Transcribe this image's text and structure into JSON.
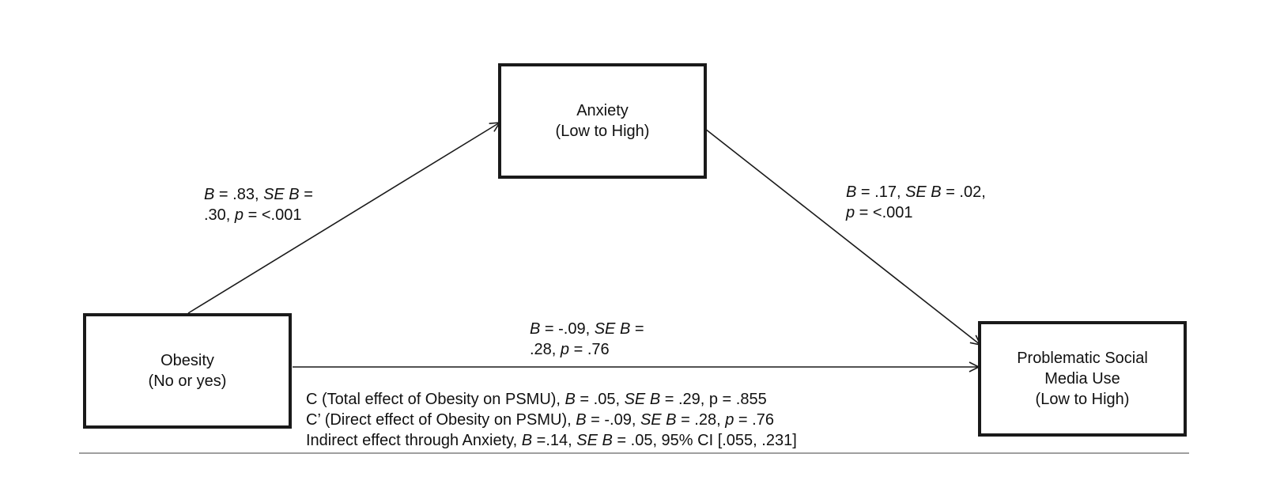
{
  "nodes": {
    "anxiety": {
      "line1": "Anxiety",
      "line2": "(Low to High)"
    },
    "obesity": {
      "line1": "Obesity",
      "line2": "(No or yes)"
    },
    "psmu": {
      "line1": "Problematic Social",
      "line2": "Media Use",
      "line3": "(Low to High)"
    }
  },
  "paths": {
    "a": {
      "line1": [
        {
          "t": "B",
          "i": true
        },
        {
          "t": " = .83, "
        },
        {
          "t": "SE B",
          "i": true
        },
        {
          "t": " ="
        }
      ],
      "line2": [
        {
          "t": ".30, "
        },
        {
          "t": "p",
          "i": true
        },
        {
          "t": " = <.001"
        }
      ]
    },
    "b": {
      "line1": [
        {
          "t": "B",
          "i": true
        },
        {
          "t": " = .17, "
        },
        {
          "t": "SE B",
          "i": true
        },
        {
          "t": " = .02,"
        }
      ],
      "line2": [
        {
          "t": "p",
          "i": true
        },
        {
          "t": " = <.001"
        }
      ]
    },
    "c_prime": {
      "line1": [
        {
          "t": "B",
          "i": true
        },
        {
          "t": " = -.09, "
        },
        {
          "t": "SE B",
          "i": true
        },
        {
          "t": " ="
        }
      ],
      "line2": [
        {
          "t": ".28, "
        },
        {
          "t": "p",
          "i": true
        },
        {
          "t": " = .76"
        }
      ]
    }
  },
  "summary": [
    [
      {
        "t": "C (Total effect of Obesity on PSMU), "
      },
      {
        "t": "B",
        "i": true
      },
      {
        "t": " = .05, "
      },
      {
        "t": "SE B",
        "i": true
      },
      {
        "t": " = .29, p = .855"
      }
    ],
    [
      {
        "t": "C’ (Direct effect of Obesity on PSMU), "
      },
      {
        "t": "B",
        "i": true
      },
      {
        "t": " = -.09, "
      },
      {
        "t": "SE B",
        "i": true
      },
      {
        "t": " = .28, "
      },
      {
        "t": "p",
        "i": true
      },
      {
        "t": " = .76"
      }
    ],
    [
      {
        "t": "Indirect effect through Anxiety, "
      },
      {
        "t": "B",
        "i": true
      },
      {
        "t": " =.14, "
      },
      {
        "t": "SE B",
        "i": true
      },
      {
        "t": " = .05, 95% CI [.055, .231]"
      }
    ]
  ]
}
